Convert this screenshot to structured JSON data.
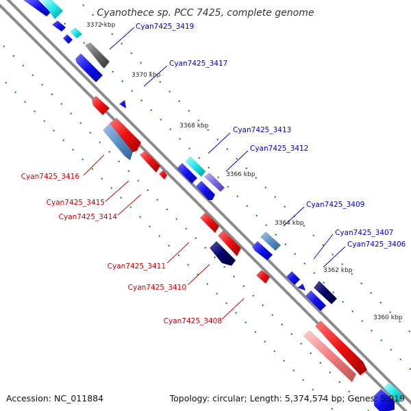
{
  "title": "Cyanothece sp. PCC 7425, complete genome",
  "footer": {
    "accession": "Accession: NC_011884",
    "topology": "Topology: circular; Length: 5,374,574 bp; Genes: 5,019"
  },
  "ticks": [
    "3372 kbp",
    "3370 kbp",
    "3368 kbp",
    "3366 kbp",
    "3364 kbp",
    "3362 kbp",
    "3360 kbp"
  ],
  "genes": {
    "forward": [
      {
        "id": "Cyan7425_3419",
        "color": "#0000cc"
      },
      {
        "id": "Cyan7425_3417",
        "color": "#0000cc"
      },
      {
        "id": "Cyan7425_3413",
        "color": "#0000cc"
      },
      {
        "id": "Cyan7425_3412",
        "color": "#0000cc"
      },
      {
        "id": "Cyan7425_3409",
        "color": "#0000cc"
      },
      {
        "id": "Cyan7425_3407",
        "color": "#0000cc"
      },
      {
        "id": "Cyan7425_3406",
        "color": "#0000cc"
      }
    ],
    "reverse": [
      {
        "id": "Cyan7425_3416",
        "color": "#cc0000"
      },
      {
        "id": "Cyan7425_3415",
        "color": "#cc0000"
      },
      {
        "id": "Cyan7425_3414",
        "color": "#cc0000"
      },
      {
        "id": "Cyan7425_3411",
        "color": "#cc0000"
      },
      {
        "id": "Cyan7425_3410",
        "color": "#cc0000"
      },
      {
        "id": "Cyan7425_3408",
        "color": "#cc0000"
      }
    ]
  },
  "colors": {
    "forward_strand": "#0000ff",
    "reverse_strand": "#ff0000",
    "backbone": "#808080",
    "dots": "#008800",
    "cyan_feature": "#00e0e0",
    "gray_feature": "#666666",
    "steelblue_feature": "#5b8fc4",
    "navy_feature": "#000066",
    "violet_feature": "#7a6be0",
    "pink_feature": "#f08080"
  }
}
